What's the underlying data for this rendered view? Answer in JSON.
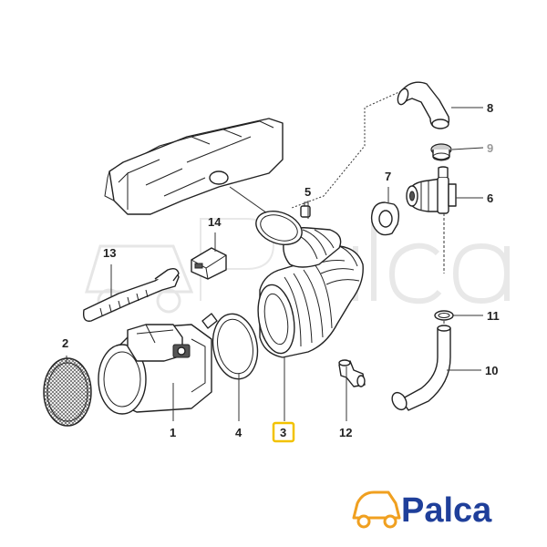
{
  "callouts": [
    {
      "id": "c1",
      "text": "1"
    },
    {
      "id": "c2",
      "text": "2"
    },
    {
      "id": "c3",
      "text": "3",
      "highlighted": true
    },
    {
      "id": "c4",
      "text": "4"
    },
    {
      "id": "c5",
      "text": "5"
    },
    {
      "id": "c6",
      "text": "6"
    },
    {
      "id": "c7",
      "text": "7"
    },
    {
      "id": "c8",
      "text": "8"
    },
    {
      "id": "c9",
      "text": "9",
      "muted": true
    },
    {
      "id": "c10",
      "text": "10"
    },
    {
      "id": "c11",
      "text": "11"
    },
    {
      "id": "c12",
      "text": "12"
    },
    {
      "id": "c13",
      "text": "13"
    },
    {
      "id": "c14",
      "text": "14"
    }
  ],
  "highlight_color": "#f2c200",
  "logo": {
    "text": "Palca",
    "color": "#1f3f9a",
    "icon_color": "#f0a020",
    "icon": "car-icon"
  },
  "watermark": {
    "icon": "car-watermark-icon"
  }
}
